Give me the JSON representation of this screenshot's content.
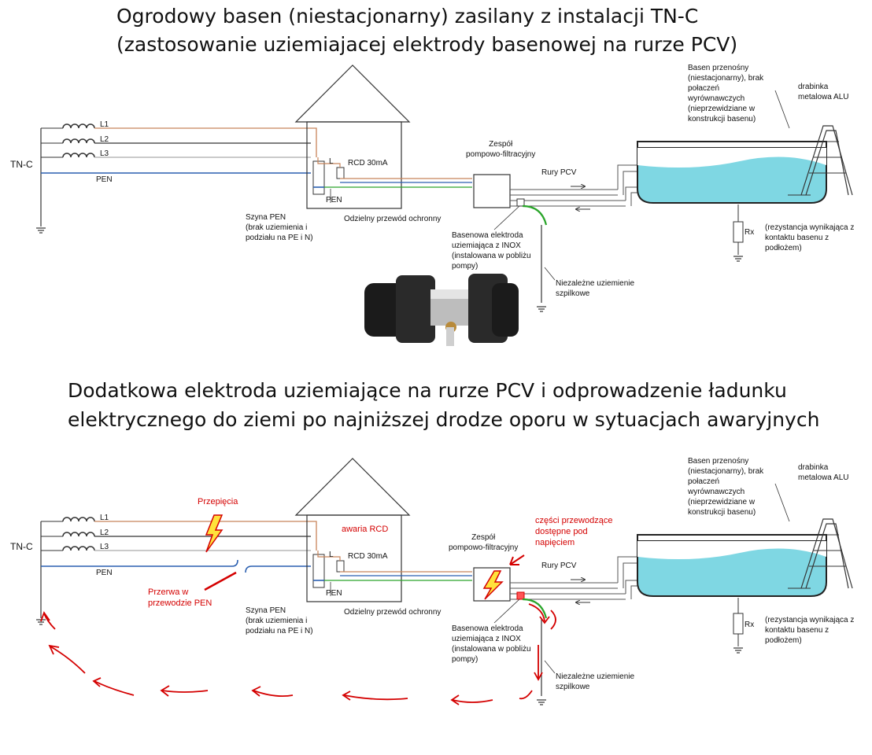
{
  "colors": {
    "wire_l1": "#c8845a",
    "wire_pen": "#2a5fb0",
    "wire_pe": "#2aa52a",
    "water": "#7fd7e3",
    "alarm": "#d40000"
  },
  "top": {
    "title_line1": "Ogrodowy basen (niestacjonarny) zasilany z instalacji TN-C",
    "title_line2": "(zastosowanie uziemiajacej elektrody basenowej na rurze PCV)",
    "tn_c": "TN-C",
    "l1": "L1",
    "l2": "L2",
    "l3": "L3",
    "pen": "PEN",
    "l_house": "L",
    "pen_house": "PEN",
    "rcd": "RCD 30mA",
    "szyna": [
      "Szyna PEN",
      "(brak uziemienia i",
      "podziału na PE i N)"
    ],
    "separate_pe": "Odzielny przewód ochronny",
    "pump": [
      "Zespół",
      "pompowo-filtracyjny"
    ],
    "pipes": "Rury PCV",
    "electrode": [
      "Basenowa elektroda",
      "uziemiająca z INOX",
      "(instalowana w pobliżu",
      "pompy)"
    ],
    "rod": [
      "Niezależne uziemienie",
      "szpilkowe"
    ],
    "pool": [
      "Basen przenośny",
      "(niestacjonarny), brak",
      "połaczeń",
      "wyrównawczych",
      "(nieprzewidziane w",
      "konstrukcji basenu)"
    ],
    "ladder": [
      "drabinka",
      "metalowa ALU"
    ],
    "rx": "Rx",
    "rx_note": [
      "(rezystancja wynikająca z",
      "kontaktu basenu z",
      "podłożem)"
    ]
  },
  "bottom": {
    "title_line1": "Dodatkowa elektroda uziemiające na rurze PCV i odprowadzenie ładunku",
    "title_line2": "elektrycznego do ziemi po najniższej drodze oporu w  sytuacjach awaryjnych",
    "tn_c": "TN-C",
    "l1": "L1",
    "l2": "L2",
    "l3": "L3",
    "pen": "PEN",
    "l_house": "L",
    "pen_house": "PEN",
    "rcd": "RCD 30mA",
    "szyna": [
      "Szyna PEN",
      "(brak uziemienia i",
      "podziału na PE i N)"
    ],
    "separate_pe": "Odzielny przewód ochronny",
    "pump": [
      "Zespół",
      "pompowo-filtracyjny"
    ],
    "pipes": "Rury PCV",
    "electrode": [
      "Basenowa elektroda",
      "uziemiająca z INOX",
      "(instalowana w pobliżu",
      "pompy)"
    ],
    "rod": [
      "Niezależne uziemienie",
      "szpilkowe"
    ],
    "pool": [
      "Basen przenośny",
      "(niestacjonarny), brak",
      "połaczeń",
      "wyrównawczych",
      "(nieprzewidziane w",
      "konstrukcji basenu)"
    ],
    "ladder": [
      "drabinka",
      "metalowa ALU"
    ],
    "rx": "Rx",
    "rx_note": [
      "(rezystancja wynikająca z",
      "kontaktu basenu z",
      "podłożem)"
    ],
    "overvoltage": "Przepięcia",
    "rcd_fail": "awaria RCD",
    "pen_break": [
      "Przerwa w",
      "przewodzie PEN"
    ],
    "live_parts": [
      "części przewodzące",
      "dostępne pod",
      "napięciem"
    ]
  }
}
